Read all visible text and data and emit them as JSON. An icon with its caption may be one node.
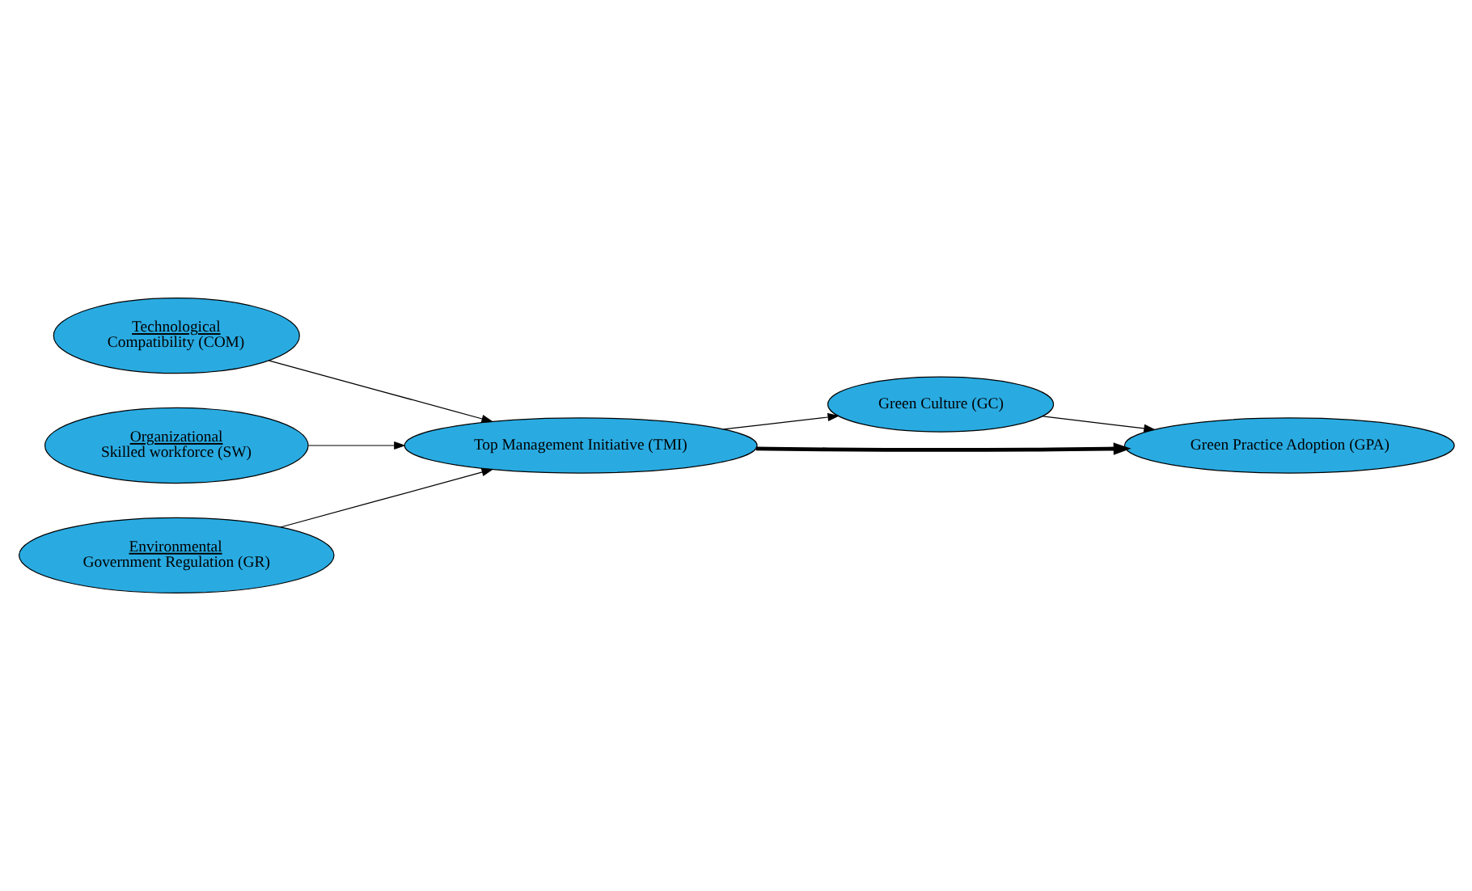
{
  "diagram": {
    "nodes": [
      {
        "text": [
          "Technological",
          "Compatibility (COM)"
        ]
      },
      {
        "text": [
          "Organizational",
          "Skilled workforce (SW)"
        ]
      },
      {
        "text": [
          "Environmental",
          "Government Regulation (GR)"
        ]
      },
      {
        "text": [
          "Top Management Initiative (TMI)"
        ]
      },
      {
        "text": [
          "Green Culture (GC)"
        ]
      },
      {
        "text": [
          "Green Practice Adoption (GPA)"
        ]
      }
    ],
    "edges": [
      {
        "from": 0,
        "to": 3,
        "arrow": "to"
      },
      {
        "from": 1,
        "to": 3,
        "arrow": "to"
      },
      {
        "from": 2,
        "to": 3,
        "arrow": "to"
      },
      {
        "from": 3,
        "to": 4,
        "arrow": "to"
      },
      {
        "from": 4,
        "to": 5,
        "arrow": "to"
      },
      {
        "from": 3,
        "to": 5,
        "arrow": "to",
        "style": "thick"
      }
    ]
  }
}
